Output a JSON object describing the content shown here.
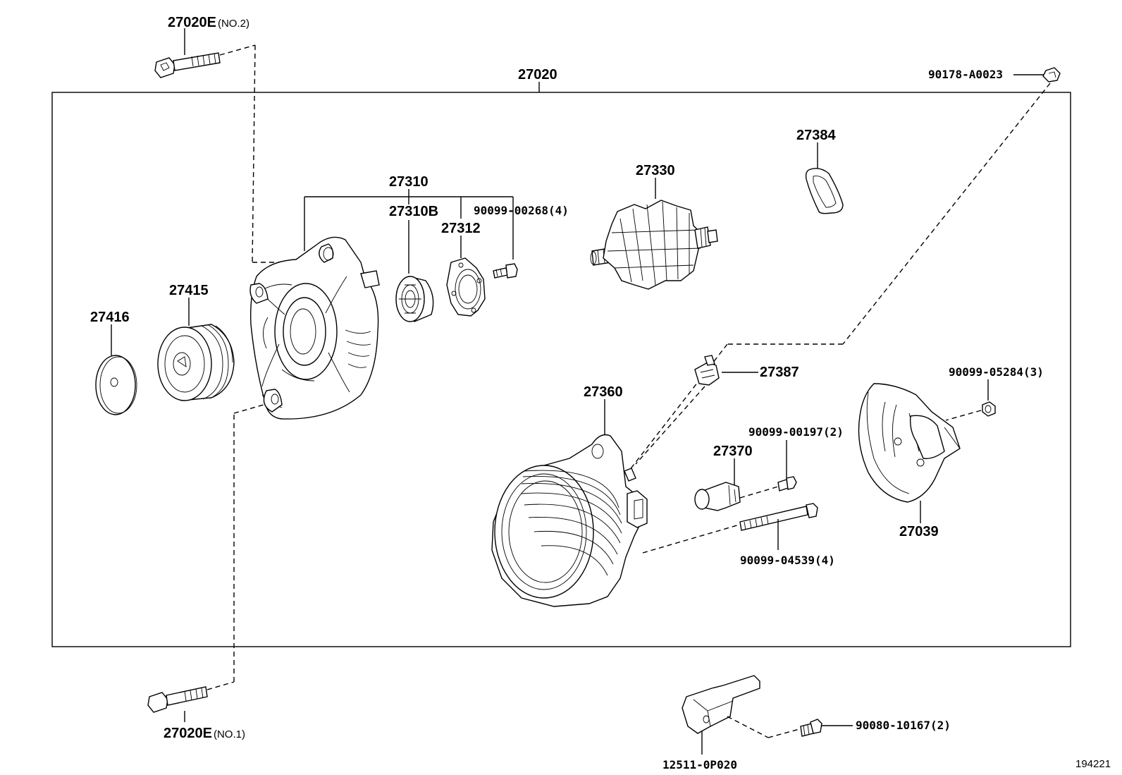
{
  "labels": {
    "assembly": "27020",
    "bolt_no2_num": "27020E",
    "bolt_no2_suffix": "(NO.2)",
    "bolt_no1_num": "27020E",
    "bolt_no1_suffix": "(NO.1)",
    "cap_nut": "90178-A0023",
    "frame": "27310",
    "frame_sub": "27310B",
    "screw_4": "90099-00268(4)",
    "retainer": "27312",
    "rotor": "27330",
    "insulator": "27384",
    "pulley": "27415",
    "pulley_cap": "27416",
    "terminal_insulator": "27387",
    "stator_frame": "27360",
    "nut_3": "90099-05284(3)",
    "screw_2": "90099-00197(2)",
    "brush_holder": "27370",
    "through_bolt_4": "90099-04539(4)",
    "rear_cover": "27039",
    "bracket": "12511-0P020",
    "bracket_bolt_2": "90080-10167(2)",
    "figure_number": "194221"
  }
}
